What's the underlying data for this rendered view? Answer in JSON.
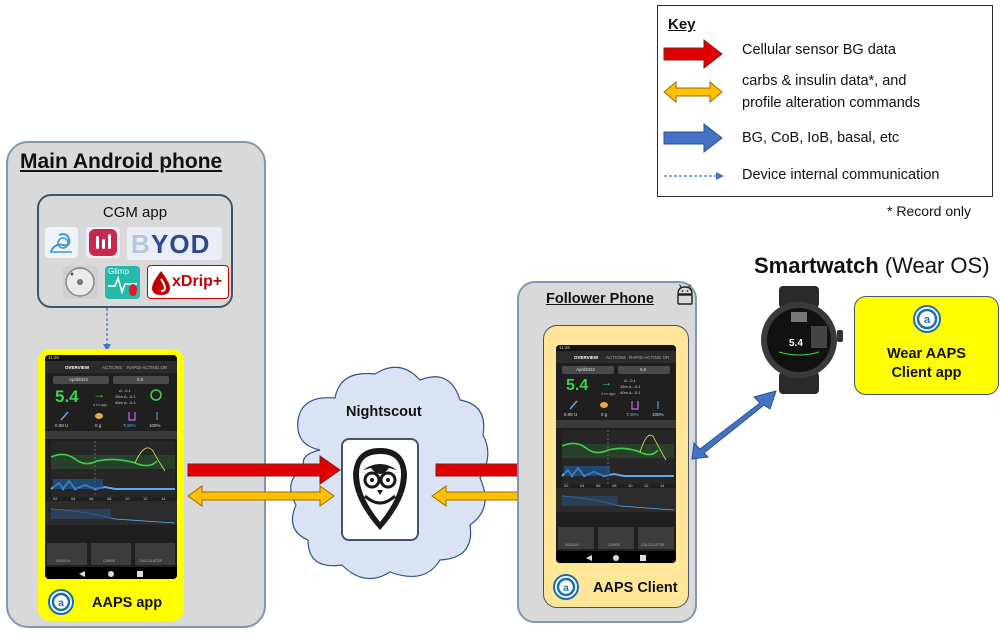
{
  "key": {
    "title": "Key",
    "items": [
      {
        "label": "Cellular sensor BG data"
      },
      {
        "label": "carbs & insulin data*, and"
      },
      {
        "label": "profile alteration commands"
      },
      {
        "label": "BG, CoB, IoB, basal, etc"
      },
      {
        "label": "Device internal communication"
      }
    ],
    "note": "* Record only"
  },
  "main_phone": {
    "title": "Main Android phone",
    "cgm_app_title": "CGM app",
    "cgm_icons": [
      "snail-icon",
      "bar-chart-app-icon",
      "byod-logo-icon",
      "sensor-disc-icon",
      "glimp-app-icon",
      "xdrip-logo-icon"
    ],
    "byod_text": "YOD",
    "glimp_text": "Glimp",
    "xdrip_text": "xDrip+",
    "app_label": "AAPS app"
  },
  "nightscout": {
    "title": "Nightscout"
  },
  "follower": {
    "title": "Follower Phone",
    "app_label": "AAPS Client"
  },
  "smartwatch": {
    "title_bold": "Smartwatch",
    "title_rest": " (Wear OS)",
    "app_label_1": "Wear AAPS",
    "app_label_2": "Client app"
  },
  "screen": {
    "time": "11:26",
    "tabs": [
      "OVERVIEW",
      "ACTIONS",
      "RAPID-ACTING OR"
    ],
    "profile": "April2022",
    "target": "5.5",
    "bg": "5.4",
    "bg_arrow": "→",
    "ago": "4 m ago",
    "delta1": "Δ: -0.1",
    "delta2": "15m Δ: -0.1",
    "delta3": "40m Δ: -0.1",
    "iob": "0.08 U",
    "cob": "0 g",
    "basal": "T:40%",
    "autosens": "100%",
    "axis": [
      "02",
      "04",
      "06",
      "08",
      "10",
      "12",
      "14"
    ],
    "bottom_buttons": [
      "INSULIN",
      "CARBS",
      "CALCULATOR"
    ]
  },
  "colors": {
    "red": "#e00000",
    "orange": "#ffc000",
    "blue": "#4472c4",
    "yellow": "#ffff00",
    "panel": "#d9d9d9"
  }
}
